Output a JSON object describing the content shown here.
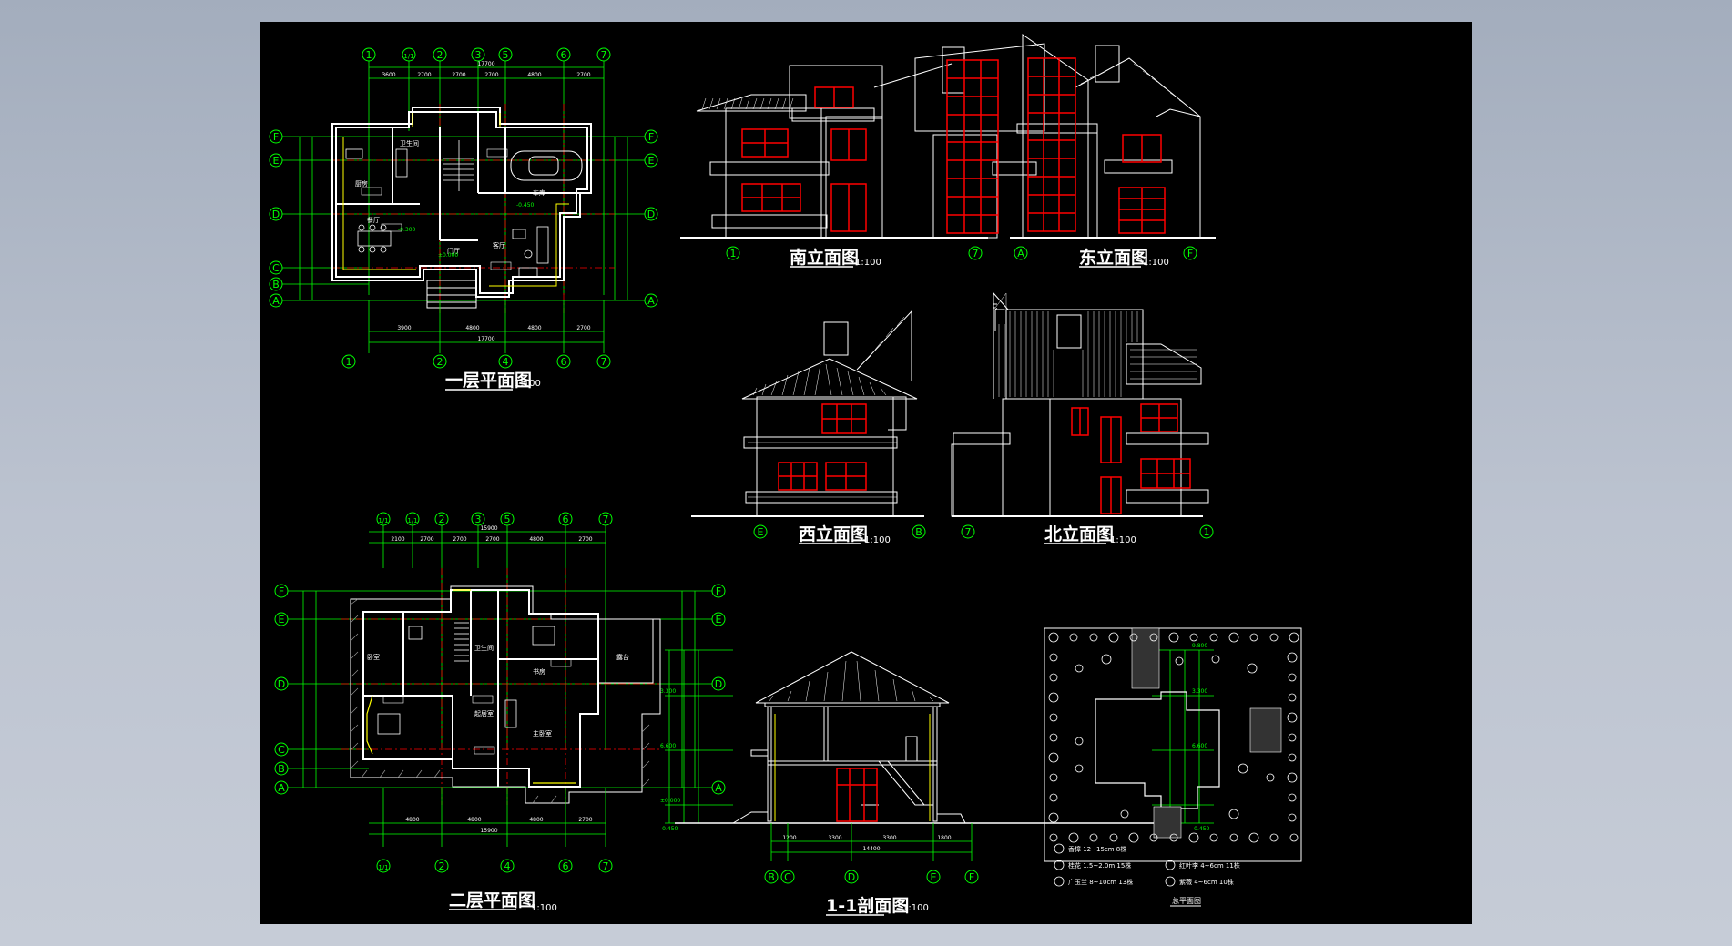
{
  "drawing_titles": {
    "first_floor": "一层平面图",
    "second_floor": "二层平面图",
    "south": "南立面图",
    "east": "东立面图",
    "west": "西立面图",
    "north": "北立面图",
    "section": "1-1剖面图",
    "site": "总平面图"
  },
  "scale_label": "1:100",
  "axis_grid": {
    "first_floor_top": [
      "1",
      "1/1",
      "2",
      "3",
      "5",
      "6",
      "7"
    ],
    "first_floor_bottom": [
      "1",
      "2",
      "4",
      "6",
      "7"
    ],
    "first_floor_rows": [
      "F",
      "E",
      "D",
      "C",
      "B",
      "A"
    ],
    "second_floor_top": [
      "1/1",
      "1/1",
      "2",
      "3",
      "5",
      "6",
      "7"
    ],
    "second_floor_bottom": [
      "1/1",
      "2",
      "4",
      "6",
      "7"
    ],
    "second_floor_rows": [
      "F",
      "E",
      "D",
      "C",
      "B",
      "A"
    ],
    "south_ends": [
      "1",
      "7"
    ],
    "east_ends": [
      "A",
      "F"
    ],
    "west_ends": [
      "E",
      "B"
    ],
    "north_ends": [
      "7",
      "1"
    ],
    "section_axes": [
      "B",
      "C",
      "D",
      "E",
      "F"
    ]
  },
  "dimensions": {
    "first_floor_top": [
      "3600",
      "2700",
      "2700",
      "2700",
      "4800",
      "2700"
    ],
    "first_floor_total": "17700",
    "first_floor_bottom": [
      "3900",
      "4800",
      "4800",
      "2700"
    ],
    "second_floor_top": [
      "2100",
      "2700",
      "2700",
      "2700",
      "4800",
      "2700"
    ],
    "second_floor_total": "15900",
    "second_floor_bottom": [
      "4800",
      "4800",
      "4800",
      "2700"
    ],
    "section_bottom": [
      "1200",
      "3300",
      "3300",
      "1800"
    ],
    "section_total": "14400"
  },
  "levels": {
    "first_floor": [
      "-0.450",
      "±0.000",
      "-0.300"
    ],
    "section": [
      "3.300",
      "6.600",
      "±0.000",
      "-0.450",
      "9.800"
    ]
  },
  "room_labels": {
    "first_floor": [
      "厨房",
      "餐厅",
      "客厅",
      "门厅",
      "车库",
      "卫生间"
    ],
    "second_floor": [
      "卧室",
      "起居室",
      "主卧室",
      "书房",
      "露台",
      "卫生间"
    ]
  },
  "site_legend": [
    "香樟 12~15cm 8株",
    "桂花 1.5~2.0m 15株",
    "广玉兰 8~10cm 13株",
    "红叶李 4~6cm 11株",
    "紫薇 4~6cm 10株"
  ],
  "colors": {
    "sheet": "#000000",
    "axis": "#00ff00",
    "wall": "#ffffff",
    "window": "#ff0000",
    "accent": "#ffff00",
    "center": "#ff0000"
  }
}
